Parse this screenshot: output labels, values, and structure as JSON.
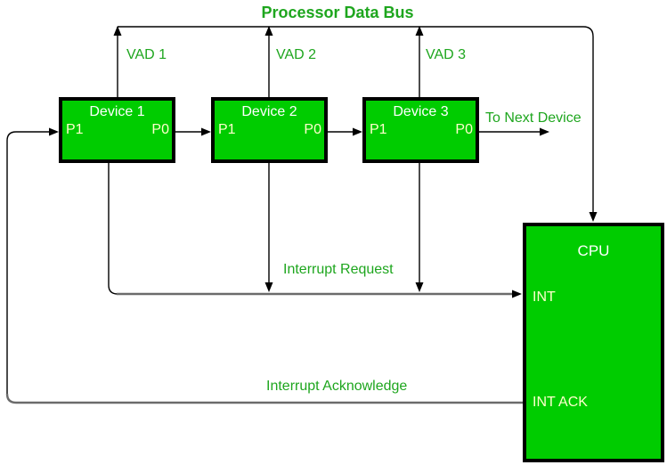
{
  "title": "Processor Data Bus",
  "colors": {
    "box_fill": "#00cc00",
    "box_border": "#000000",
    "label_green": "#1ea61e",
    "device_text": "#ffffff",
    "port_text": "#ffffcc",
    "wire_color": "#000000",
    "thick_wire_color": "#6b6b6b"
  },
  "devices": [
    {
      "name": "Device 1",
      "left_port": "P1",
      "right_port": "P0",
      "vad": "VAD 1"
    },
    {
      "name": "Device 2",
      "left_port": "P1",
      "right_port": "P0",
      "vad": "VAD 2"
    },
    {
      "name": "Device 3",
      "left_port": "P1",
      "right_port": "P0",
      "vad": "VAD 3"
    }
  ],
  "cpu": {
    "name": "CPU",
    "int": "INT",
    "int_ack": "INT ACK"
  },
  "labels": {
    "to_next_device": "To Next Device",
    "interrupt_request": "Interrupt Request",
    "interrupt_acknowledge": "Interrupt Acknowledge"
  }
}
